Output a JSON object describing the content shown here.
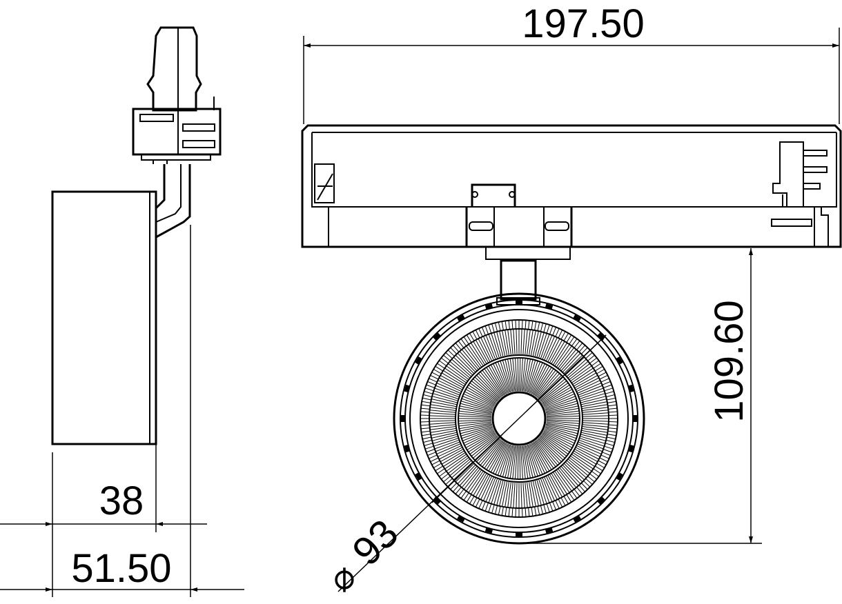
{
  "dimensions": {
    "overall_width": "197.50",
    "drop_height": "109.60",
    "diameter": "93",
    "diameter_symbol": "⌀",
    "side_head_width": "38",
    "side_total_width": "51.50"
  },
  "colors": {
    "line": "#000000",
    "background": "#ffffff"
  }
}
